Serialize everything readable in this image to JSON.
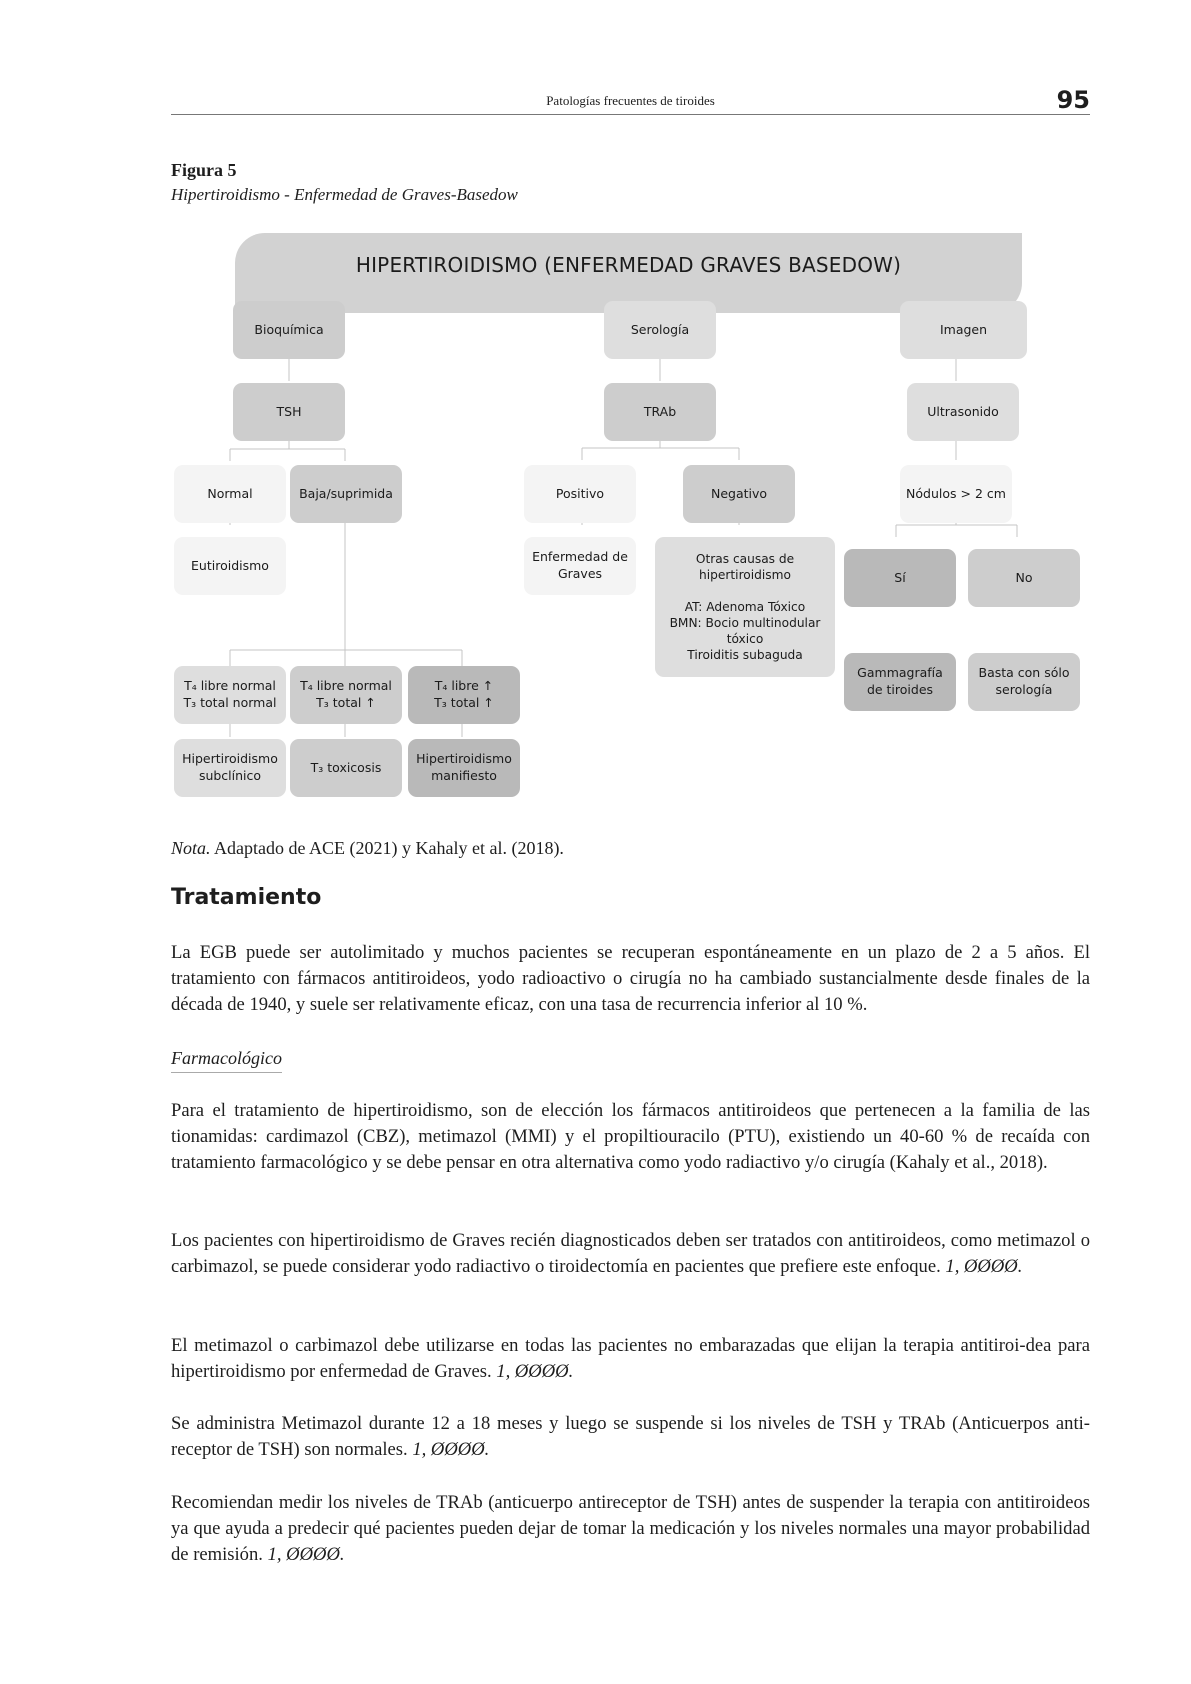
{
  "running_header": {
    "chapter_title": "Patologías frecuentes de tiroides",
    "page_number": "95"
  },
  "figure": {
    "label": "Figura 5",
    "caption": "Hipertiroidismo - Enfermedad de Graves-Basedow",
    "banner": "HIPERTIROIDISMO (ENFERMEDAD GRAVES BASEDOW)",
    "nodes": {
      "bioquimica": "Bioquímica",
      "serologia": "Serología",
      "imagen": "Imagen",
      "tsh": "TSH",
      "trab": "TRAb",
      "ultrasonido": "Ultrasonido",
      "normal": "Normal",
      "baja": "Baja/suprimida",
      "positivo": "Positivo",
      "negativo": "Negativo",
      "nodulos": "Nódulos > 2 cm",
      "eutiroidismo": "Eutiroidismo",
      "enf_graves": "Enfermedad de\nGraves",
      "otras_causas": "Otras causas de\nhipertiroidismo\n\nAT: Adenoma Tóxico\nBMN: Bocio multinodular\ntóxico\nTiroiditis subaguda",
      "si": "Sí",
      "no": "No",
      "gammagrafia": "Gammagrafía\nde tiroides",
      "basta": "Basta con sólo\nserología",
      "t4n_t3n": "T₄ libre normal\nT₃ total normal",
      "t4n_t3up": "T₄ libre normal\nT₃ total ↑",
      "t4up_t3up": "T₄ libre ↑\nT₃ total ↑",
      "hiper_subclinico": "Hipertiroidismo\nsubclínico",
      "t3_toxicosis": "T₃ toxicosis",
      "hiper_manifiesto": "Hipertiroidismo\nmanifiesto"
    }
  },
  "nota": {
    "label": "Nota.",
    "text": " Adaptado de ACE (2021) y Kahaly et al. (2018)."
  },
  "section_title": "Tratamiento",
  "paragraphs": {
    "p1": "La EGB puede ser autolimitado y muchos pacientes se recuperan espontáneamente en un plazo de 2 a 5 años. El tratamiento con fármacos antitiroideos, yodo radioactivo o cirugía no ha cambiado sustancialmente desde finales de la década de 1940, y suele ser relativamente eficaz, con una tasa de recurrencia inferior al 10 %.",
    "subheading": "Farmacológico",
    "p2": "Para el tratamiento de hipertiroidismo, son de elección los fármacos antitiroideos que pertenecen a la familia de las tionamidas: cardimazol (CBZ), metimazol (MMI) y el propiltiouracilo (PTU), existiendo un 40-60 % de recaída con tratamiento farmacológico y se debe pensar en otra alternativa como yodo radiactivo y/o cirugía (Kahaly et al., 2018).",
    "p3": "Los pacientes con hipertiroidismo de Graves recién diagnosticados deben ser tratados con antitiroideos, como metimazol o carbimazol, se puede considerar yodo radiactivo o tiroidectomía en pacientes que prefiere este enfoque.",
    "p3_grade": " 1, ØØØØ.",
    "p4": "El metimazol o carbimazol debe utilizarse en todas las pacientes no embarazadas que elijan la terapia antitiroi-dea para hipertiroidismo por enfermedad de Graves.",
    "p4_grade": " 1, ØØØØ.",
    "p5": "Se administra Metimazol durante 12 a 18 meses y luego se suspende si los niveles de TSH y TRAb (Anticuerpos anti-receptor de TSH) son normales.",
    "p5_grade": " 1, ØØØØ.",
    "p6": "Recomiendan medir los niveles de TRAb (anticuerpo antireceptor de TSH) antes de suspender la terapia con antitiroideos ya que ayuda a predecir qué pacientes pueden dejar de tomar la medicación y los niveles normales una mayor probabilidad de remisión.",
    "p6_grade": " 1, ØØØØ."
  }
}
